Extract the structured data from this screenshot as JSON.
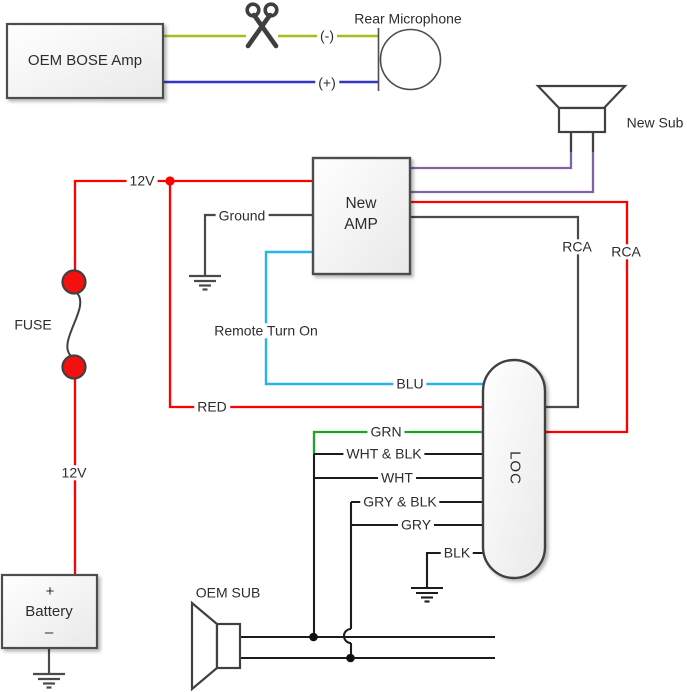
{
  "components": {
    "oem_bose_amp": {
      "label": "OEM BOSE Amp"
    },
    "rear_microphone": {
      "label": "Rear Microphone"
    },
    "new_sub": {
      "label": "New Sub"
    },
    "new_amp": {
      "line1": "New",
      "line2": "AMP"
    },
    "fuse": {
      "label": "FUSE"
    },
    "battery": {
      "plus": "+",
      "label": "Battery",
      "minus": "–"
    },
    "loc": {
      "label": "LOC"
    },
    "oem_sub": {
      "label": "OEM SUB"
    }
  },
  "wire_labels": {
    "neg": "(-)",
    "pos": "(+)",
    "v12_top": "12V",
    "v12_bottom": "12V",
    "ground": "Ground",
    "remote_turn_on": "Remote Turn On",
    "rca_left": "RCA",
    "rca_right": "RCA",
    "blu": "BLU",
    "red": "RED",
    "grn": "GRN",
    "wht_blk": "WHT & BLK",
    "wht": "WHT",
    "gry_blk": "GRY & BLK",
    "gry": "GRY",
    "blk": "BLK"
  },
  "colors": {
    "power_red": "#ff0000",
    "speaker_blue": "#3535c8",
    "remote_cyan": "#29b2e8",
    "loc_green": "#1fa328",
    "mic_olive": "#a9be1e",
    "sub_purple": "#8064a2",
    "wire_dark_gray": "#4a4a4a",
    "wire_black": "#1c1c1c"
  }
}
